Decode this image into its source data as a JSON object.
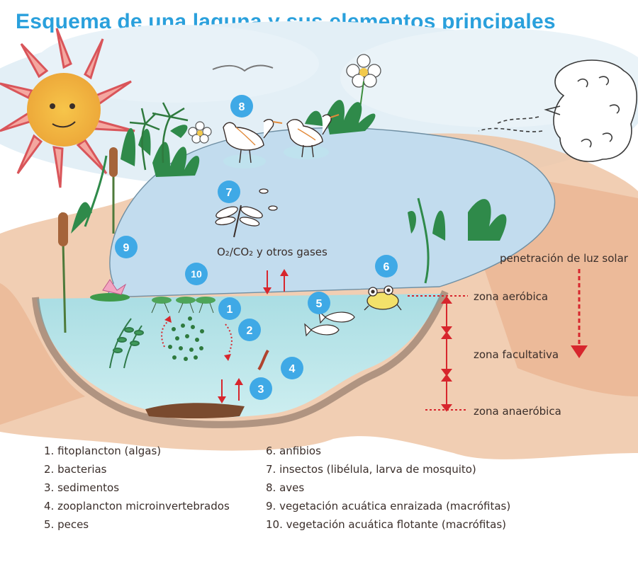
{
  "title": "Esquema de una laguna y sus elementos principales",
  "gases_label": "O₂/CO₂ y otros gases",
  "light_label": "penetración de luz solar",
  "zones": [
    "zona aeróbica",
    "zona facultativa",
    "zona anaeróbica"
  ],
  "markers": [
    "1",
    "2",
    "3",
    "4",
    "5",
    "6",
    "7",
    "8",
    "9",
    "10"
  ],
  "legend_left": [
    "1. fitoplancton (algas)",
    "2. bacterias",
    "3. sedimentos",
    "4. zooplancton microinvertebrados",
    "5. peces"
  ],
  "legend_right": [
    "6. anfibios",
    "7. insectos (libélula, larva de mosquito)",
    "8. aves",
    "9. vegetación acuática enraizada (macrófitas)",
    "10. vegetación acuática flotante (macrófitas)"
  ],
  "colors": {
    "title": "#2aa0dc",
    "marker": "#3fa9e6",
    "arrow": "#d7262d",
    "sky": "#dcecf5",
    "water": "#9fd6df",
    "bank": "#e9b18b"
  }
}
